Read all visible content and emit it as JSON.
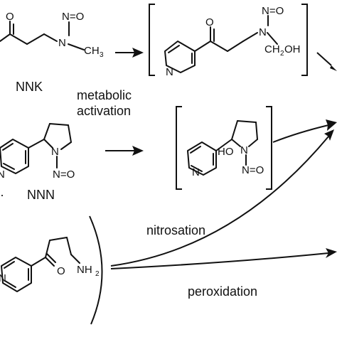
{
  "labels": {
    "nnk": "NNK",
    "nnn": "NNN",
    "metabolic": "metabolic",
    "activation": "activation",
    "nitrosation": "nitrosation",
    "peroxidation": "peroxidation"
  },
  "atoms": {
    "n": "N",
    "o": "O",
    "nitroso": "N=O",
    "ch": "CH",
    "three": "3",
    "two": "2",
    "oh": "OH",
    "ho": "HO",
    "nh": "NH"
  }
}
